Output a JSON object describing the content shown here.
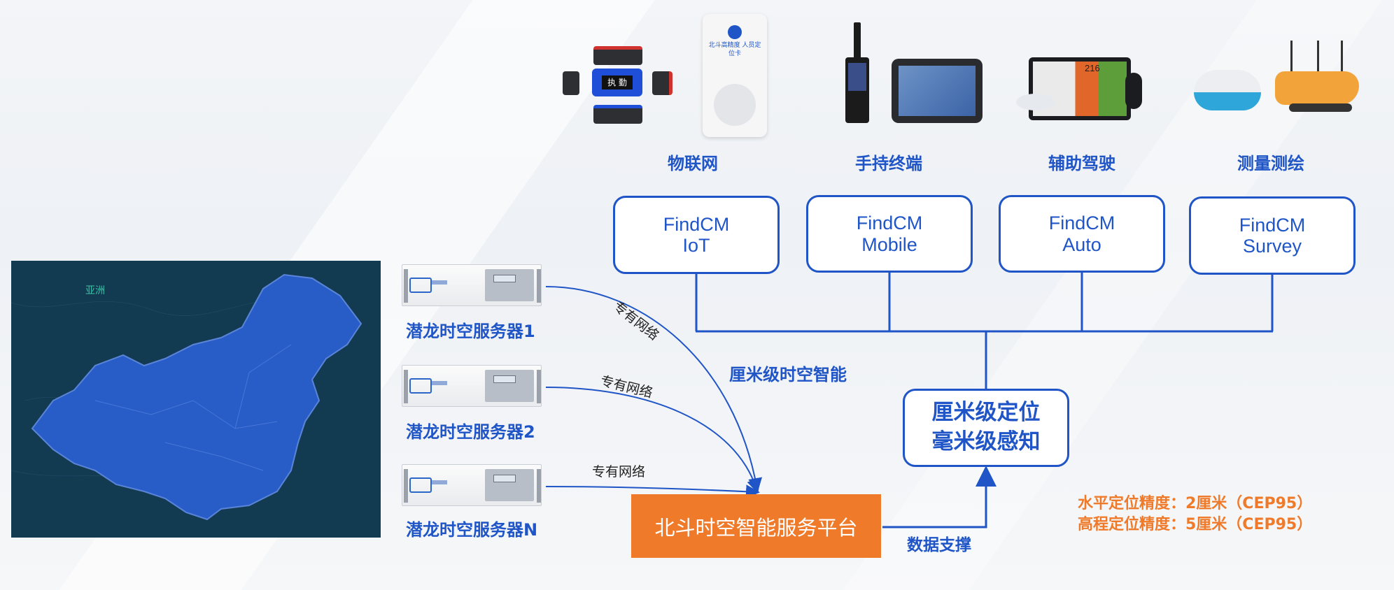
{
  "categories": [
    "物联网",
    "手持终端",
    "辅助驾驶",
    "测量测绘"
  ],
  "findcm": [
    {
      "line1": "FindCM",
      "line2": "IoT"
    },
    {
      "line1": "FindCM",
      "line2": "Mobile"
    },
    {
      "line1": "FindCM",
      "line2": "Auto"
    },
    {
      "line1": "FindCM",
      "line2": "Survey"
    }
  ],
  "center": {
    "line1": "厘米级定位",
    "line2": "毫米级感知"
  },
  "platform": "北斗时空智能服务平台",
  "middle_label": "厘米级时空智能",
  "data_support": "数据支撑",
  "servers": [
    "潜龙时空服务器1",
    "潜龙时空服务器2",
    "潜龙时空服务器N"
  ],
  "network_label": "专有网络",
  "accuracy": [
    "水平定位精度：2厘米（CEP95）",
    "高程定位精度：5厘米（CEP95）"
  ],
  "map": {
    "region_label": "亚洲"
  },
  "devices": {
    "card_title": "北斗高精度 人员定位卡",
    "badge_text": "执 勤",
    "handheld_value": "216"
  },
  "colors": {
    "blue": "#1f55c6",
    "orange": "#ef7a2a",
    "map_bg": "#123a50",
    "map_fill": "#2a5fcf"
  }
}
